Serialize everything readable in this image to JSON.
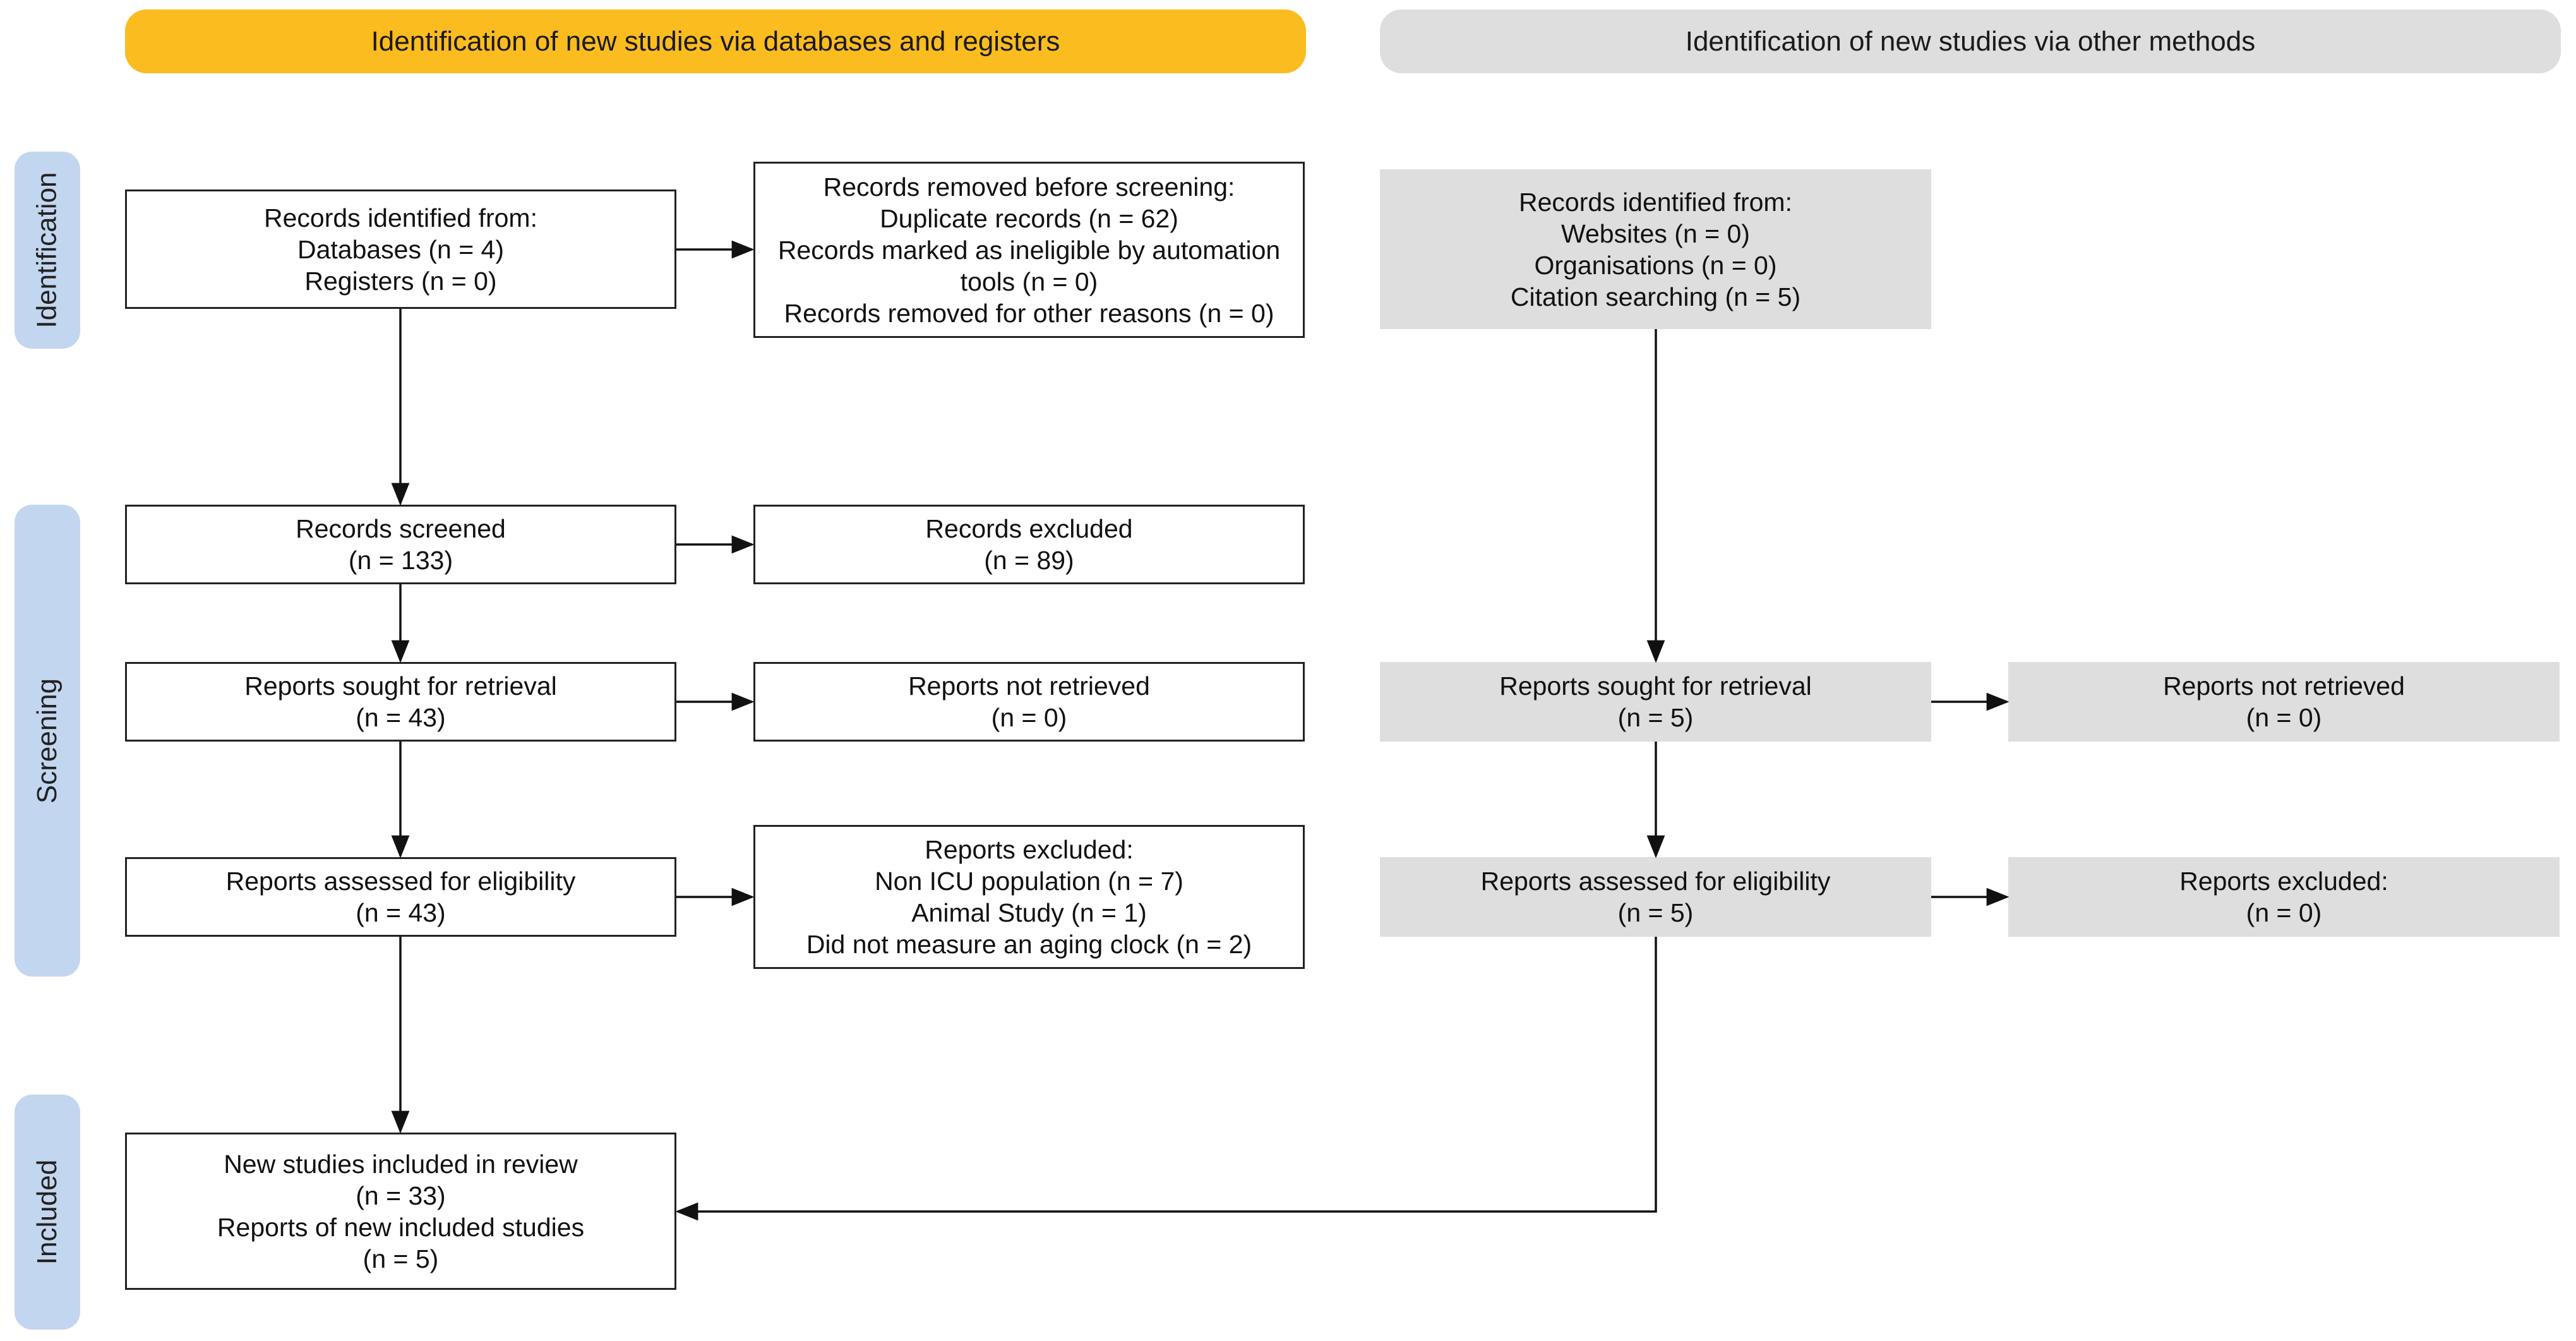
{
  "headers": {
    "databases": "Identification of new studies via databases and registers",
    "other": "Identification of new studies via other methods"
  },
  "phases": {
    "identification": "Identification",
    "screening": "Screening",
    "included": "Included"
  },
  "left": {
    "identified": [
      "Records identified from:",
      "Databases (n = 4)",
      "Registers (n = 0)"
    ],
    "removed": [
      "Records removed before screening:",
      "Duplicate records (n = 62)",
      "Records marked as ineligible by automation",
      "tools (n = 0)",
      "Records removed for other reasons (n = 0)"
    ],
    "screened": [
      "Records screened",
      "(n = 133)"
    ],
    "excluded": [
      "Records excluded",
      "(n = 89)"
    ],
    "sought": [
      "Reports sought for retrieval",
      "(n = 43)"
    ],
    "not_retrieved": [
      "Reports not retrieved",
      "(n = 0)"
    ],
    "assessed": [
      "Reports assessed for eligibility",
      "(n = 43)"
    ],
    "reports_excluded": [
      "Reports excluded:",
      "Non ICU population (n = 7)",
      "Animal Study (n = 1)",
      "Did not measure an aging clock (n = 2)"
    ],
    "included": [
      "New studies included in review",
      "(n = 33)",
      "Reports of new included studies",
      "(n = 5)"
    ]
  },
  "right": {
    "identified": [
      "Records identified from:",
      "Websites (n = 0)",
      "Organisations (n = 0)",
      "Citation searching (n = 5)"
    ],
    "sought": [
      "Reports sought for retrieval",
      "(n = 5)"
    ],
    "not_retrieved": [
      "Reports not retrieved",
      "(n = 0)"
    ],
    "assessed": [
      "Reports assessed for eligibility",
      "(n = 5)"
    ],
    "reports_excluded": [
      "Reports excluded:",
      "(n = 0)"
    ]
  },
  "colors": {
    "header_yellow": "#FBBC1F",
    "header_grey": "#DEDEDE",
    "phase_blue": "#C3D6EF",
    "grey_box": "#DEDEDE",
    "line": "#111111"
  }
}
